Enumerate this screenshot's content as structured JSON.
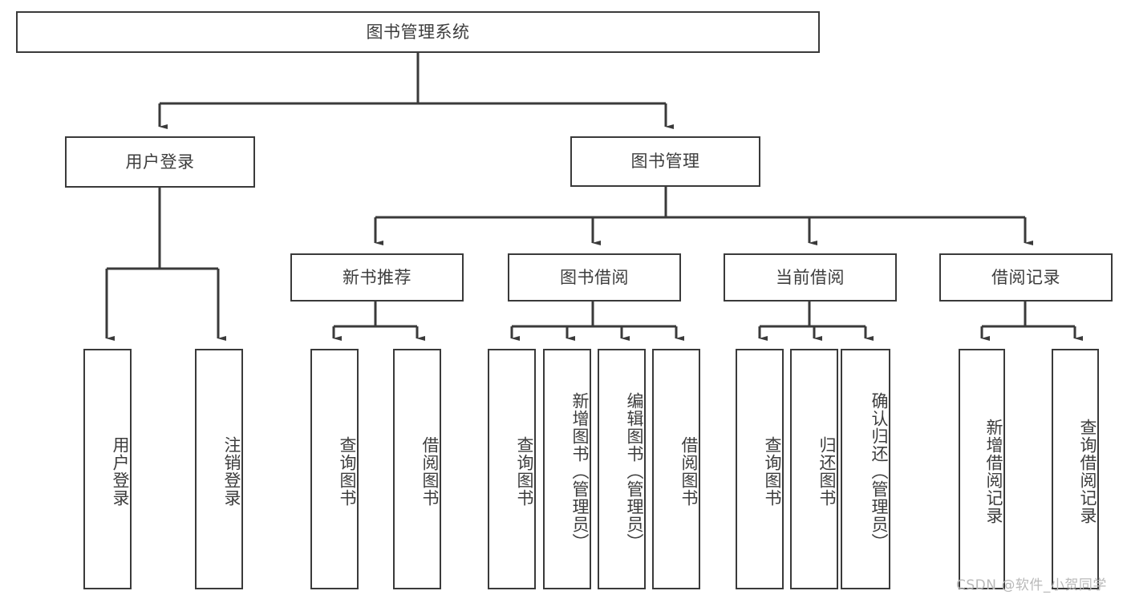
{
  "diagram": {
    "title": "图书管理系统",
    "watermark": "CSDN @软件_小贺同学",
    "stroke_color": "#3a3a3a",
    "text_color": "#3d3d3d",
    "background": "#ffffff",
    "root": {
      "label": "图书管理系统"
    },
    "level2": [
      {
        "label": "用户登录"
      },
      {
        "label": "图书管理"
      }
    ],
    "level3": [
      {
        "label": "新书推荐"
      },
      {
        "label": "图书借阅"
      },
      {
        "label": "当前借阅"
      },
      {
        "label": "借阅记录"
      }
    ],
    "leaves": {
      "user_login": [
        {
          "label": "用户登录"
        },
        {
          "label": "注销登录"
        }
      ],
      "new_book": [
        {
          "label": "查询图书"
        },
        {
          "label": "借阅图书"
        }
      ],
      "book_borrow": [
        {
          "label": "查询图书"
        },
        {
          "label": "新增图书（管理员）"
        },
        {
          "label": "编辑图书（管理员）"
        },
        {
          "label": "借阅图书"
        }
      ],
      "current_borrow": [
        {
          "label": "查询图书"
        },
        {
          "label": "归还图书"
        },
        {
          "label": "确认归还（管理员）"
        }
      ],
      "borrow_record": [
        {
          "label": "新增借阅记录"
        },
        {
          "label": "查询借阅记录"
        }
      ]
    }
  }
}
